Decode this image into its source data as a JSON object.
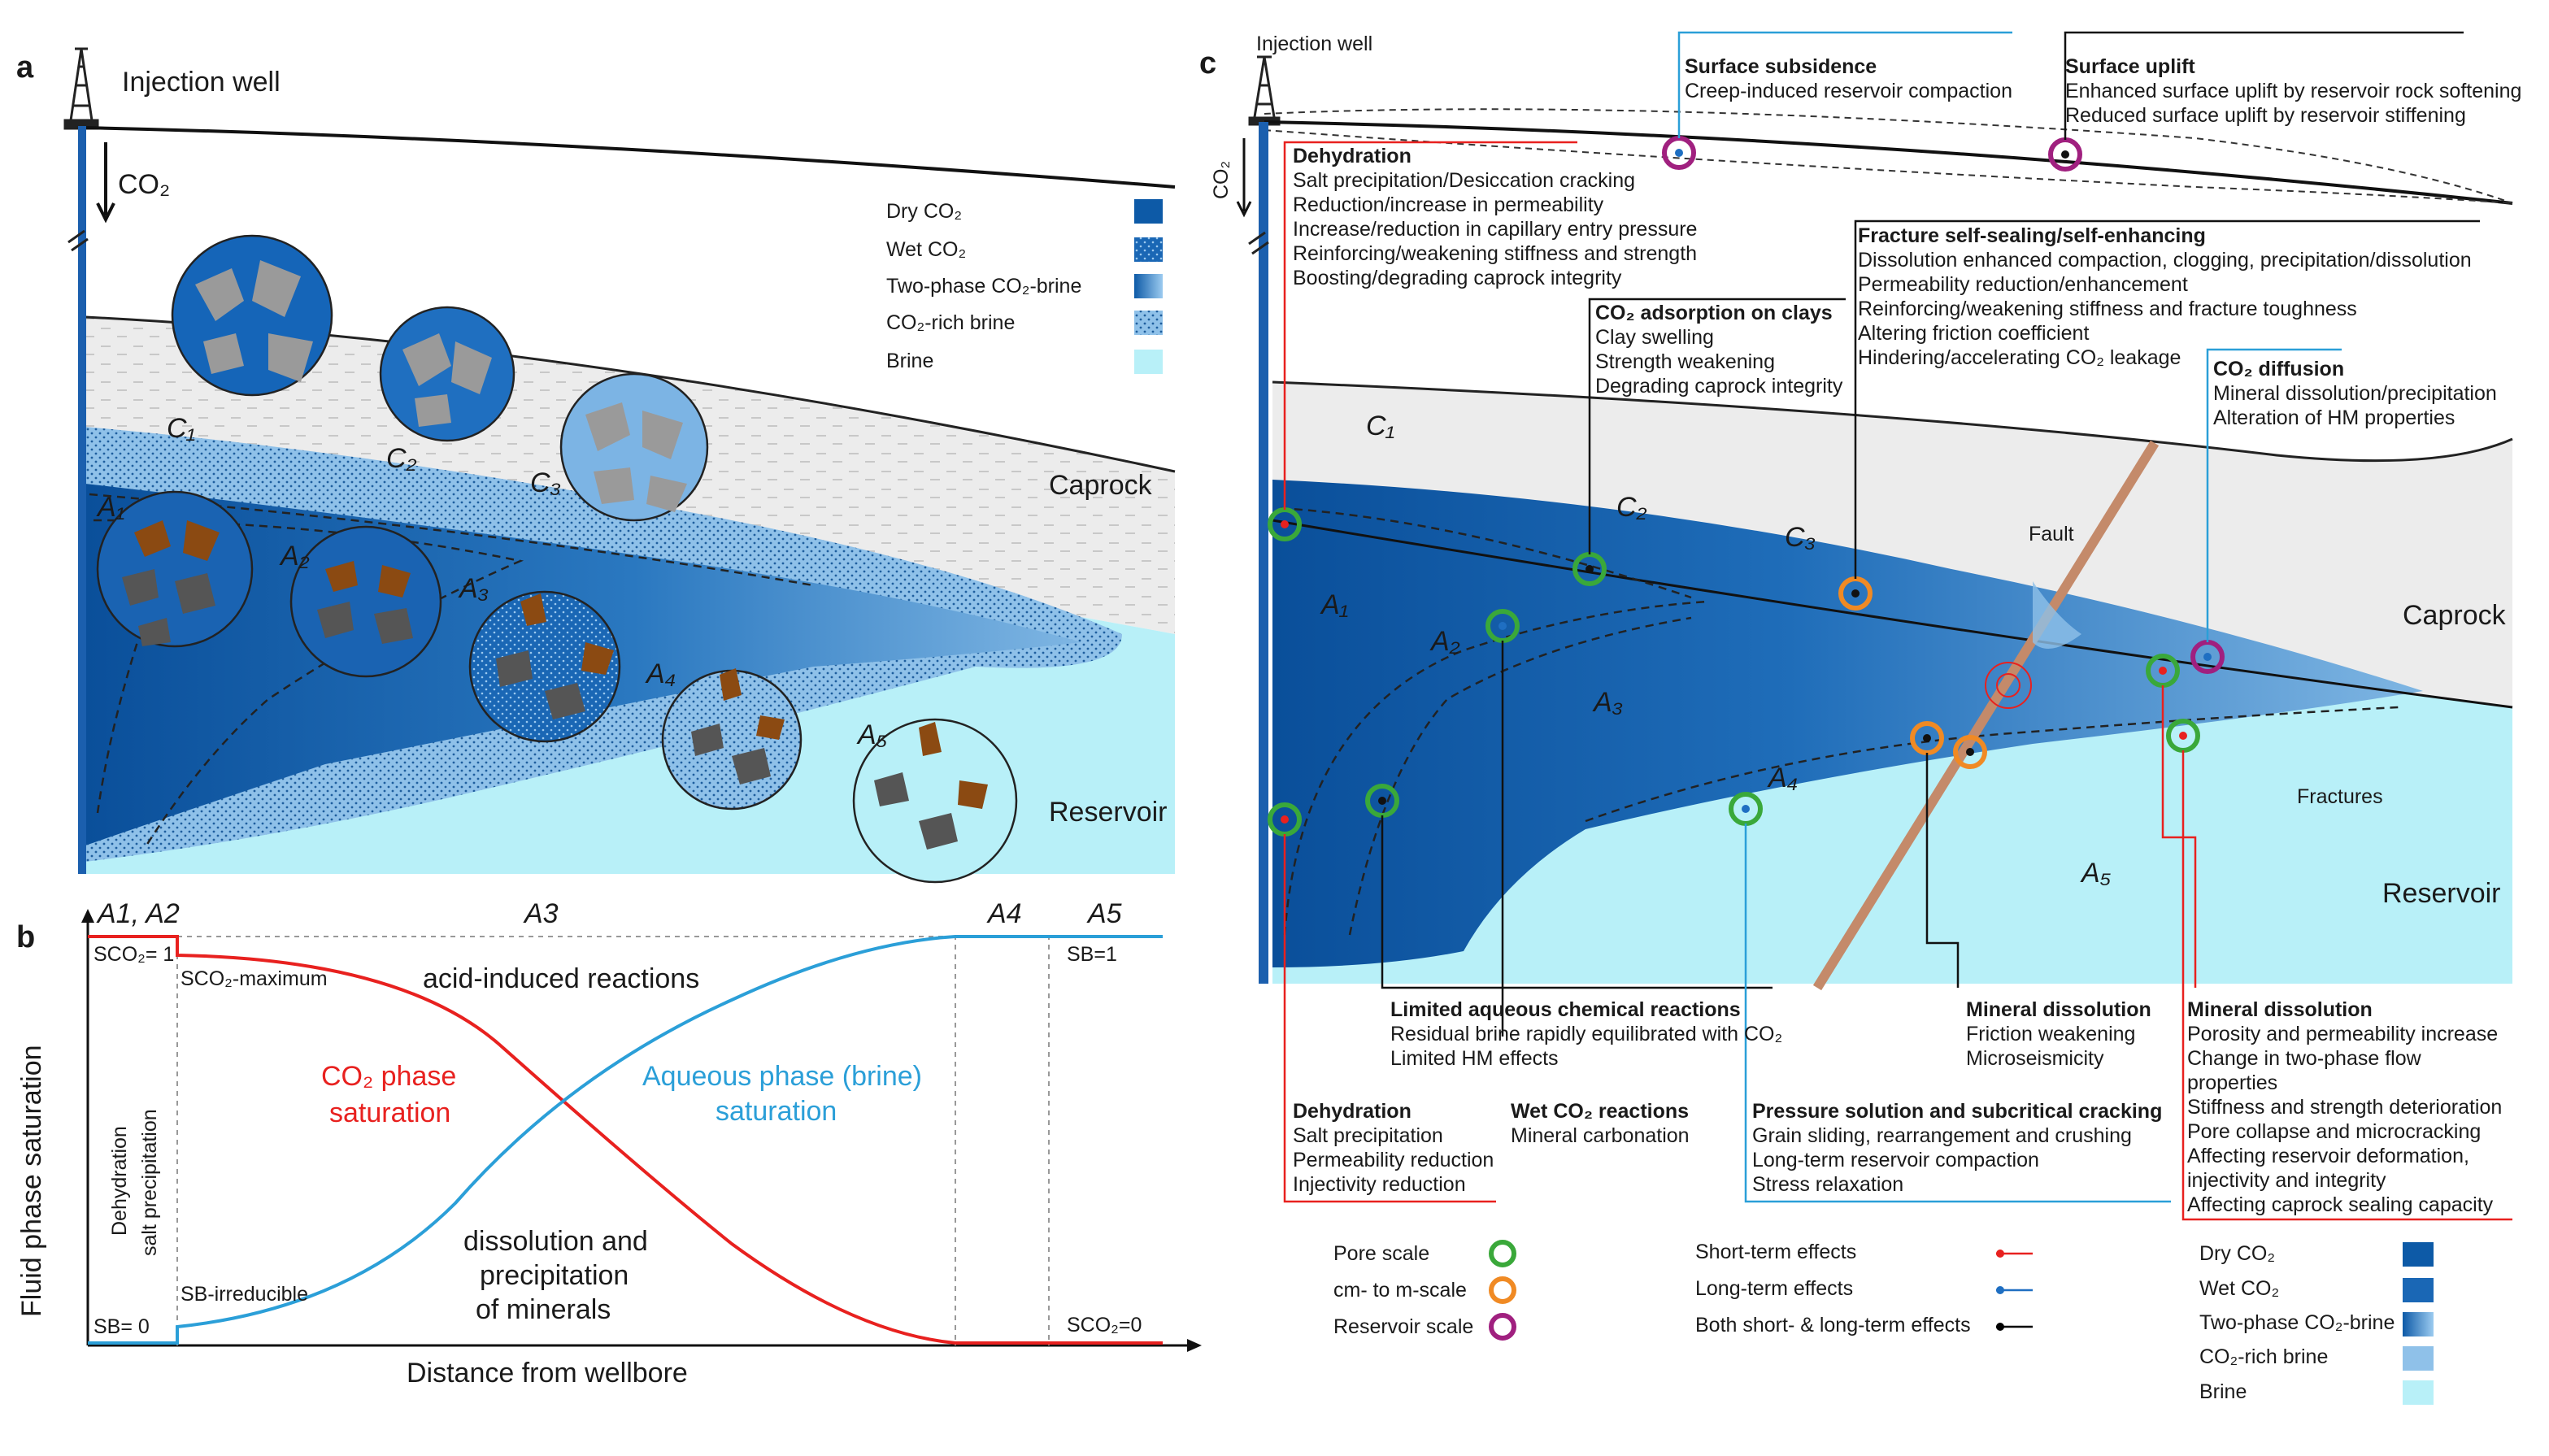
{
  "panel_a": {
    "letter": "a",
    "well_title": "Injection well",
    "co2_arrow": "CO₂",
    "legend": [
      {
        "label": "Dry CO₂",
        "color": "#0d5aa7"
      },
      {
        "label": "Wet CO₂",
        "color": "#1a67b5"
      },
      {
        "label": "Two-phase CO₂-brine",
        "color": "#3a86c8"
      },
      {
        "label": "CO₂-rich brine",
        "color": "#8fc1e9"
      },
      {
        "label": "Brine",
        "color": "#b8f0f8"
      }
    ],
    "caprock": "Caprock",
    "reservoir": "Reservoir",
    "zone_labels": [
      "C1",
      "C2",
      "C3",
      "A1",
      "A2",
      "A3",
      "A4",
      "A5"
    ]
  },
  "panel_b": {
    "letter": "b",
    "y_axis": "Fluid phase saturation",
    "x_axis": "Distance from wellbore",
    "top_labels": [
      "A1, A2",
      "A3",
      "A4",
      "A5"
    ],
    "s_co2_1": "SCO₂= 1",
    "s_co2_max": "SCO₂-maximum",
    "s_b_irr": "SB-irreducible",
    "s_b_0": "SB= 0",
    "s_b_1": "SB=1",
    "s_co2_0": "SCO₂=0",
    "dehydration": "Dehydration",
    "salt_precip": "salt precipitation",
    "acid": "acid-induced reactions",
    "co2_curve_label": [
      "CO₂ phase",
      "saturation"
    ],
    "brine_curve_label": [
      "Aqueous phase (brine)",
      "saturation"
    ],
    "dissolution": [
      "dissolution and",
      "precipitation",
      "of minerals"
    ],
    "chart_data": {
      "type": "line",
      "xlabel": "Distance from wellbore",
      "ylabel": "Fluid phase saturation",
      "series": [
        {
          "name": "CO₂ phase saturation",
          "color": "#e8211f"
        },
        {
          "name": "Aqueous phase (brine) saturation",
          "color": "#2b9fd8"
        }
      ]
    }
  },
  "panel_c": {
    "letter": "c",
    "well_title": "Injection well",
    "co2": "CO₂",
    "fault": "Fault",
    "caprock": "Caprock",
    "fractures": "Fractures",
    "reservoir": "Reservoir",
    "boxes": {
      "subsidence": {
        "title": "Surface subsidence",
        "lines": [
          "Creep-induced reservoir compaction"
        ]
      },
      "uplift": {
        "title": "Surface uplift",
        "lines": [
          "Enhanced surface uplift by reservoir rock softening",
          "Reduced surface uplift by reservoir stiffening"
        ]
      },
      "dehydration_top": {
        "title": "Dehydration",
        "lines": [
          "Salt precipitation/Desiccation cracking",
          "Reduction/increase in permeability",
          "Increase/reduction in capillary entry pressure",
          "Reinforcing/weakening stiffness and strength",
          "Boosting/degrading caprock integrity"
        ]
      },
      "fracture": {
        "title": "Fracture self-sealing/self-enhancing",
        "lines": [
          "Dissolution enhanced compaction, clogging, precipitation/dissolution",
          "Permeability reduction/enhancement",
          "Reinforcing/weakening stiffness and fracture toughness",
          "Altering friction coefficient",
          "Hindering/accelerating CO₂ leakage"
        ]
      },
      "adsorption": {
        "title": "CO₂ adsorption on clays",
        "lines": [
          "Clay swelling",
          "Strength weakening",
          "Degrading caprock integrity"
        ]
      },
      "diffusion": {
        "title": "CO₂ diffusion",
        "lines": [
          "Mineral dissolution/precipitation",
          "Alteration of HM properties"
        ]
      },
      "limited": {
        "title": "Limited aqueous chemical reactions",
        "lines": [
          "Residual brine rapidly equilibrated with CO₂",
          "Limited HM effects"
        ]
      },
      "mineral1": {
        "title": "Mineral dissolution",
        "lines": [
          "Friction weakening",
          "Microseismicity"
        ]
      },
      "mineral2": {
        "title": "Mineral dissolution",
        "lines": [
          "Porosity and permeability increase",
          "Change in two-phase flow",
          "properties",
          "Stiffness and strength deterioration",
          "Pore collapse and microcracking",
          "Affecting reservoir deformation,",
          "injectivity and integrity",
          "Affecting caprock sealing capacity"
        ]
      },
      "dehydration_bot": {
        "title": "Dehydration",
        "lines": [
          "Salt precipitation",
          "Permeability reduction",
          "Injectivity reduction"
        ]
      },
      "wetco2": {
        "title": "Wet CO₂ reactions",
        "lines": [
          "Mineral carbonation"
        ]
      },
      "pressure": {
        "title": "Pressure solution and subcritical cracking",
        "lines": [
          "Grain sliding, rearrangement and crushing",
          "Long-term reservoir compaction",
          "Stress relaxation"
        ]
      }
    },
    "scale_legend": [
      {
        "label": "Pore scale",
        "color": "#3aa83a"
      },
      {
        "label": "cm- to m-scale",
        "color": "#f08a24"
      },
      {
        "label": "Reservoir scale",
        "color": "#a0207f"
      }
    ],
    "effect_legend": [
      {
        "label": "Short-term effects",
        "color": "#e8211f"
      },
      {
        "label": "Long-term effects",
        "color": "#1f6fc2"
      },
      {
        "label": "Both short- & long-term effects",
        "color": "#000000"
      }
    ],
    "fluid_legend": [
      {
        "label": "Dry CO₂",
        "color": "#0d5aa7"
      },
      {
        "label": "Wet CO₂",
        "color": "#1a67b5"
      },
      {
        "label": "Two-phase CO₂-brine",
        "color": "#4a90d0"
      },
      {
        "label": "CO₂-rich brine",
        "color": "#8fc1e9"
      },
      {
        "label": "Brine",
        "color": "#b8f0f8"
      }
    ]
  }
}
